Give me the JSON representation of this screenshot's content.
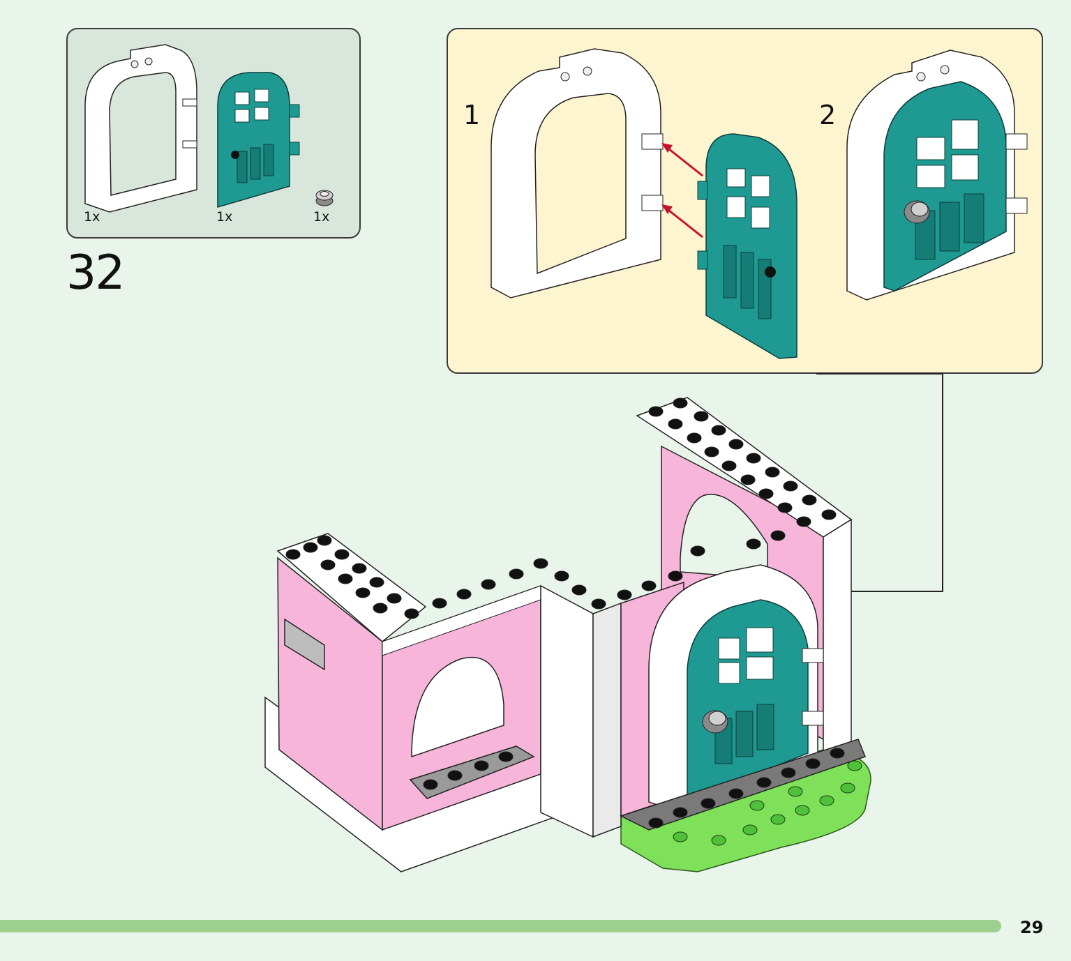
{
  "parts_list": {
    "items": [
      {
        "icon": "arch-door-frame-icon",
        "quantity": "1x"
      },
      {
        "icon": "teal-door-icon",
        "quantity": "1x"
      },
      {
        "icon": "round-stud-icon",
        "quantity": "1x"
      }
    ]
  },
  "step": {
    "number": "32"
  },
  "sub_steps": [
    {
      "label": "1"
    },
    {
      "label": "2"
    }
  ],
  "colors": {
    "page_bg": "#e9f4ea",
    "parts_bg": "#d9e6dc",
    "substep_bg": "#fdf5cf",
    "door_teal": "#1f9a93",
    "brick_pink": "#f6b5d9",
    "base_green": "#7fe05a",
    "arrow_red": "#c8102e",
    "progress_green": "#9bd08f"
  },
  "footer": {
    "page_number": "29",
    "progress": 0.935
  }
}
